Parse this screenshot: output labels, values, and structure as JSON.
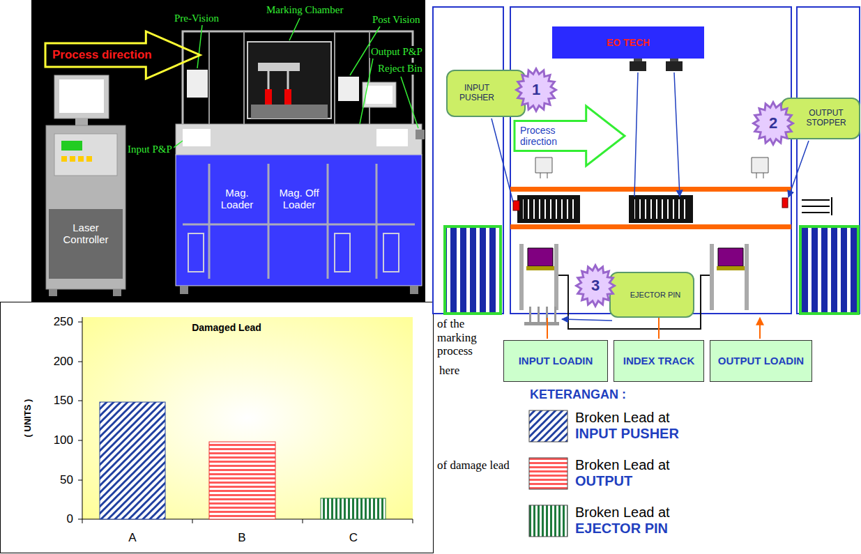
{
  "diagram": {
    "nodes": [
      {
        "text": [
          "Process direction"
        ]
      },
      {
        "text": [
          "INPUT PUSHER"
        ]
      },
      {
        "text": [
          "1"
        ]
      },
      {
        "text": [
          "EO TECH"
        ]
      },
      {
        "text": [
          "2"
        ]
      },
      {
        "text": [
          "OUTPUT STOPPER"
        ]
      },
      {
        "text": [
          "Process direction"
        ]
      },
      {
        "text": [
          "3"
        ]
      },
      {
        "text": [
          "EJECTOR PIN"
        ]
      },
      {
        "text": [
          "INPUT LOADIN"
        ]
      },
      {
        "text": [
          "INDEX TRACK"
        ]
      },
      {
        "text": [
          "OUTPUT LOADIN"
        ]
      }
    ],
    "labels": [
      "Pre-Vision",
      "Marking Chamber",
      "Post Vision",
      "Output P&P",
      "Reject Bin",
      "Input P&P",
      "Mag. Loader",
      "Mag. Off Loader",
      "Laser Controller",
      "of the marking process",
      "here",
      "Damaged Lead",
      "( UNITS )",
      "250",
      "200",
      "150",
      "100",
      "50",
      "0",
      "A",
      "B",
      "C",
      "of damage lead",
      "KETERANGAN :"
    ],
    "legend": [
      {
        "text": "Broken Lead at INPUT PUSHER"
      },
      {
        "text": "Broken Lead at OUTPUT"
      },
      {
        "text": "Broken Lead at EJECTOR PIN"
      }
    ]
  }
}
